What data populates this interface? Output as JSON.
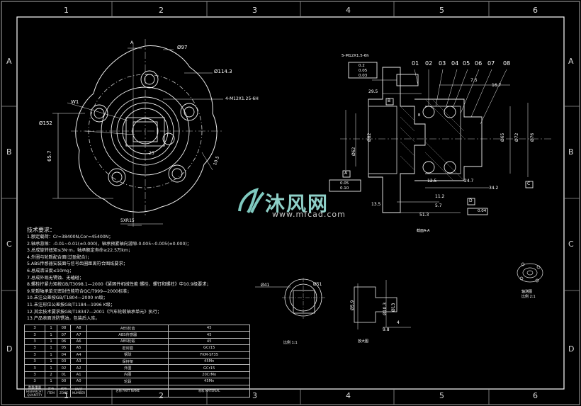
{
  "sheet": {
    "columns": [
      "1",
      "2",
      "3",
      "4",
      "5",
      "6"
    ],
    "rows": [
      "A",
      "B",
      "C",
      "D"
    ]
  },
  "dimensions": {
    "d97": "Ø97",
    "d114": "Ø114.3",
    "thread_bolt": "4-M12X1.25-6H",
    "d152": "Ø152",
    "w1": "W1",
    "dim_65_7": "65.7",
    "dim_23": "23",
    "dim_10_5": "10.5",
    "thread_nut": "5XR15",
    "section_mark": "A",
    "thread_top": "5-M12X1.5-6h",
    "tol_1": "0.2",
    "tol_2": "0.05",
    "tol_3": "0.03",
    "dim_29_5": "29.5",
    "dim_7_5": "7.5",
    "dim_16_7": "16.7",
    "dim_12_5": "12.5",
    "dim_24_7": "24.7",
    "dim_34_2": "34.2",
    "dim_11_2": "11.2",
    "dim_13_5": "13.5",
    "dim_5_7": "5.7",
    "dim_51_3": "51.3",
    "tol_a": "0.05",
    "tol_b": "0.04",
    "tol_c": "0.10",
    "d62": "Ø62",
    "d82": "Ø82",
    "d65": "Ø65",
    "d72": "Ø72",
    "d76": "Ø76",
    "d41": "Ø41",
    "d51": "Ø51",
    "d10_3": "Ø10.3",
    "d13": "Ø13",
    "d5_9": "Ø5.9",
    "dim_9_8": "9.8",
    "dim_4": "4",
    "label_b": "B",
    "label_c": "C",
    "label_d": "D"
  },
  "part_callouts": [
    "01",
    "02",
    "03",
    "04",
    "05",
    "06",
    "07",
    "08"
  ],
  "notes": {
    "title": "技术要求：",
    "lines": [
      "1.额定载荷：Cr=38400N,Cor=45400N；",
      "2.轴承游隙：-0.01~0.01(±0.000)，轴承预紧轴向游隙-0.005~0.005(±0.000)；",
      "3.总成旋转扭矩≤3N·m，轴承额定寿命≥22.5万km；",
      "4.外圈与轮毂配合面(过盈配合)；",
      "5.ABS传感器安装面与信号齿圈距离符合图纸要求；",
      "6.总成清洁度≤10mg；",
      "7.总成外观无锈蚀、无磕碰；",
      "8.螺栓拧紧力矩按GB/T3098.1—2000《紧固件机械性能 螺栓、螺钉和螺柱》中10.9级要求；",
      "9.轮毂轴承单元密封性能符合QC/T999—2000标准；",
      "10.未注公差按GB/T1804—2000 m级；",
      "11.未注形位公差按GB/T1184—1996 K级；",
      "12.其余技术要求按GB/T18347—2001《汽车轮毂轴承单元》执行；",
      "13.产品表面涂防锈油，包装后入库。"
    ]
  },
  "labels": {
    "section_a": "截面A-A",
    "view_b": "B",
    "iso_caption": "轴测图",
    "scale_small": "比例 2:1",
    "scale_mid": "比例 1:1",
    "detail_caption": "放大图"
  },
  "bom": {
    "rows": [
      [
        "3",
        "1",
        "08",
        "A8",
        "ABS轮齿",
        "45"
      ],
      [
        "3",
        "1",
        "07",
        "A7",
        "ABS传感器",
        "45"
      ],
      [
        "3",
        "1",
        "06",
        "A6",
        "ABS轮毂",
        "45"
      ],
      [
        "3",
        "1",
        "05",
        "A5",
        "密封圈",
        "GCr15"
      ],
      [
        "3",
        "1",
        "04",
        "A4",
        "钢球",
        "FKM-SF35"
      ],
      [
        "3",
        "1",
        "03",
        "A3",
        "保持架",
        "45Mn"
      ],
      [
        "3",
        "1",
        "02",
        "A2",
        "外圈",
        "GCr15"
      ],
      [
        "3",
        "2",
        "01",
        "A1",
        "内圈",
        "20CrMo"
      ],
      [
        "3",
        "1",
        "00",
        "A0",
        "轮毂",
        "45Mn"
      ]
    ],
    "header": [
      "数量/重量 HIERARCHY QUANTITY",
      "序号 ITEM",
      "代号 ZONE",
      "PART NUMBER",
      "名称 PART NAME",
      "材料 MATERIAL"
    ]
  },
  "watermark": {
    "main": "沐风网",
    "sub": "www.mfcad.com"
  }
}
